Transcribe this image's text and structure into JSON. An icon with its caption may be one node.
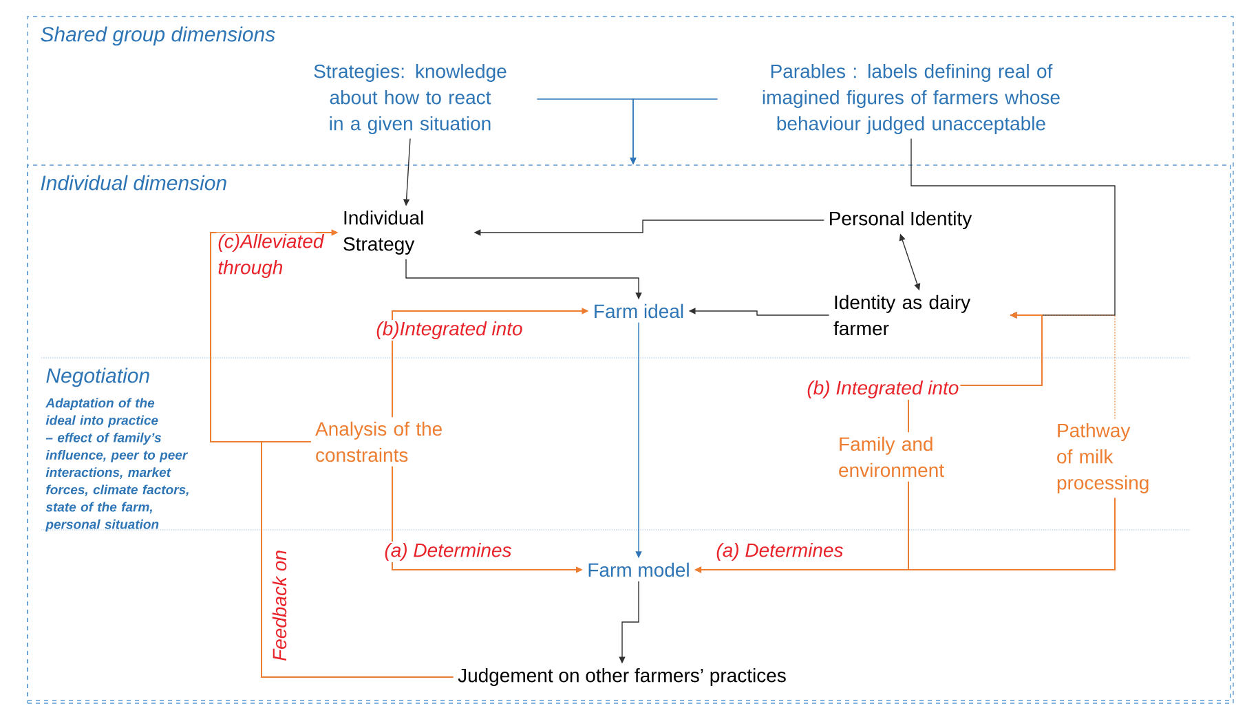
{
  "diagram": {
    "nodes": [
      {
        "text": [
          "Shared group dimensions"
        ]
      },
      {
        "text": [
          "Strategies: knowledge about how to react in a given situation"
        ],
        "in": 0
      },
      {
        "text": [
          "Parables : labels defining real of imagined figures of farmers whose behaviour judged unacceptable"
        ],
        "in": 0
      },
      {
        "text": [
          "Individual dimension"
        ],
        "in": 0
      },
      {
        "text": [
          "Individual Strategy"
        ],
        "in": 3
      },
      {
        "text": [
          "Personal Identity"
        ],
        "in": 3
      },
      {
        "text": [
          "Farm ideal"
        ],
        "in": 3
      },
      {
        "text": [
          "Identity as dairy farmer"
        ],
        "in": 3
      },
      {
        "text": [
          "Negotiation",
          "Adaptation of the ideal into practice – effect of family’s influence, peer to peer interactions, market forces, climate factors, state of the farm, personal situation"
        ],
        "in": 3
      },
      {
        "text": [
          "Analysis of the constraints"
        ],
        "in": 8
      },
      {
        "text": [
          "Family and environment"
        ],
        "in": 8
      },
      {
        "text": [
          "Pathway of milk processing"
        ],
        "in": 8
      },
      {
        "text": [
          "Farm model"
        ],
        "in": 3
      },
      {
        "text": [
          "Judgement on other farmers’ practices"
        ],
        "in": 3
      }
    ],
    "edges": [
      {
        "from": 1,
        "to": 4,
        "arrow": "to",
        "color": "#303030"
      },
      {
        "from": 1,
        "to": 3,
        "arrow": "to",
        "color": "#2e75b6"
      },
      {
        "from": 2,
        "to": 3,
        "arrow": "to",
        "color": "#2e75b6"
      },
      {
        "from": 5,
        "to": 4,
        "arrow": "to",
        "color": "#303030"
      },
      {
        "from": 5,
        "to": 7,
        "arrow": "both",
        "color": "#303030"
      },
      {
        "from": 4,
        "to": 6,
        "arrow": "to",
        "color": "#303030"
      },
      {
        "from": 7,
        "to": 6,
        "arrow": "to",
        "color": "#303030"
      },
      {
        "from": 2,
        "to": 7,
        "arrow": "to",
        "color": "#303030"
      },
      {
        "from": 10,
        "to": 7,
        "arrow": "to",
        "label": "(b) Integrated into",
        "color": "#ed7d31"
      },
      {
        "from": 11,
        "to": 7,
        "arrow": "to",
        "style": "dashed",
        "color": "#ed7d31"
      },
      {
        "from": 9,
        "to": 6,
        "arrow": "to",
        "label": "(b)Integrated into",
        "color": "#ed7d31"
      },
      {
        "from": 9,
        "to": 4,
        "arrow": "to",
        "label": "(c)Alleviated through",
        "color": "#ed7d31"
      },
      {
        "from": 9,
        "to": 12,
        "arrow": "to",
        "label": "(a) Determines",
        "color": "#ed7d31"
      },
      {
        "from": 10,
        "to": 12,
        "arrow": "to",
        "label": "(a) Determines",
        "color": "#ed7d31"
      },
      {
        "from": 11,
        "to": 12,
        "arrow": "to",
        "color": "#ed7d31"
      },
      {
        "from": 12,
        "to": 13,
        "arrow": "to",
        "color": "#303030"
      },
      {
        "from": 6,
        "to": 12,
        "arrow": "to",
        "color": "#2e75b6"
      },
      {
        "from": 13,
        "to": 9,
        "arrow": "none",
        "label": "Feedback on",
        "color": "#ed7d31"
      }
    ]
  }
}
